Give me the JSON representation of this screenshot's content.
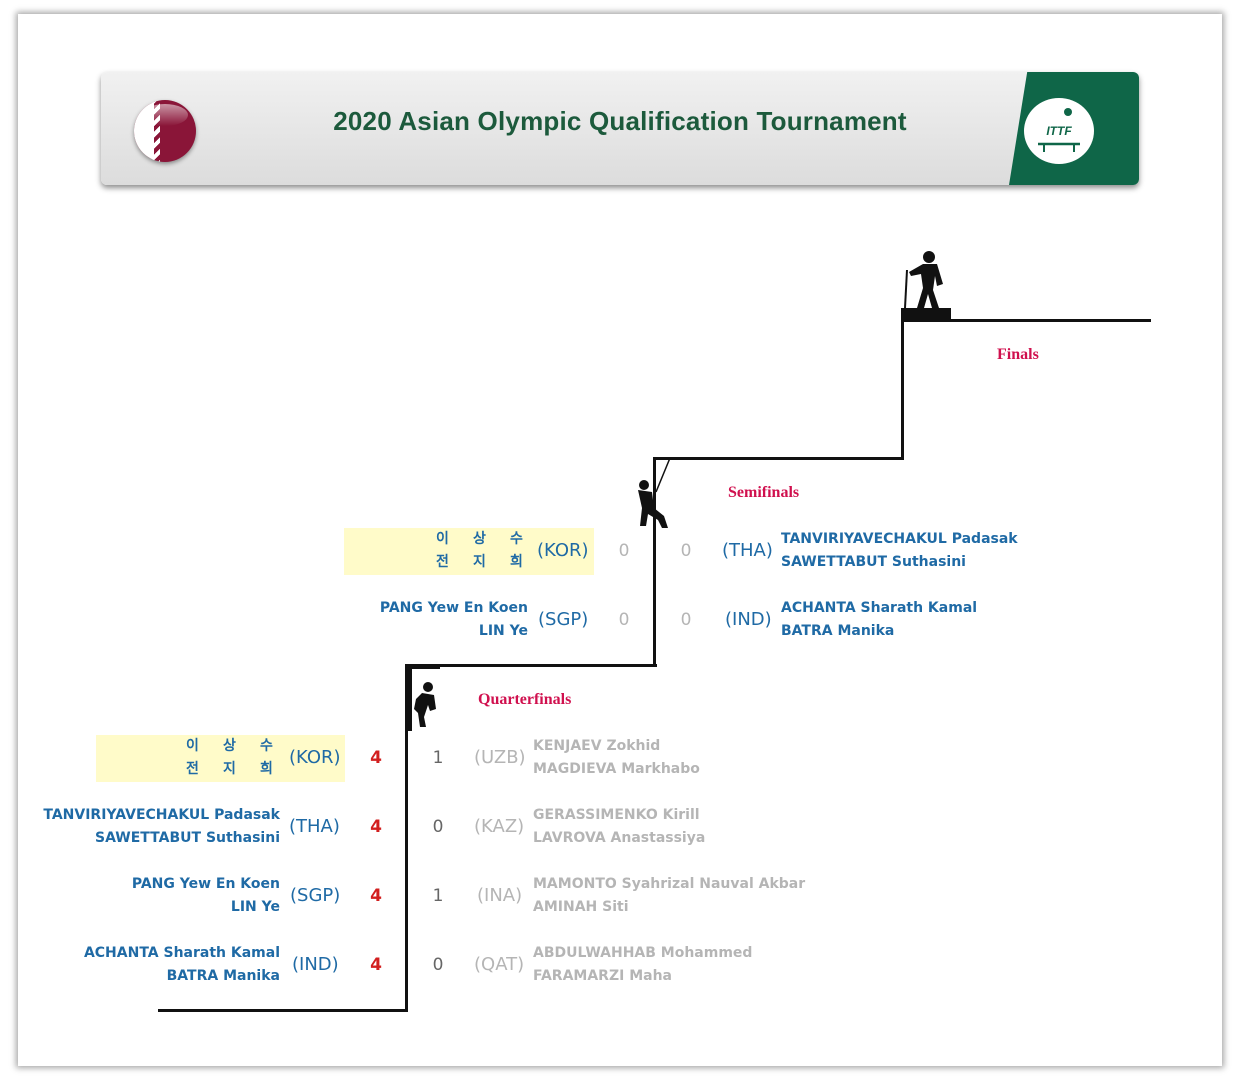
{
  "banner": {
    "title": "2020 Asian Olympic Qualification Tournament",
    "logo_text": "ITTF",
    "flag_icon": "qatar-flag-icon",
    "colors": {
      "title": "#1c5a3c",
      "panel": "#0f6648"
    }
  },
  "rounds": {
    "finals": "Finals",
    "semifinals": "Semifinals",
    "quarterfinals": "Quarterfinals"
  },
  "semifinals": [
    {
      "left": {
        "p1": "이 상 수",
        "p2": "전 지 희",
        "country": "(KOR)",
        "score": "0",
        "highlight": true
      },
      "right": {
        "p1": "TANVIRIYAVECHAKUL Padasak",
        "p2": "SAWETTABUT Suthasini",
        "country": "(THA)",
        "score": "0"
      }
    },
    {
      "left": {
        "p1": "PANG Yew En Koen",
        "p2": "LIN Ye",
        "country": "(SGP)",
        "score": "0",
        "highlight": false
      },
      "right": {
        "p1": "ACHANTA Sharath Kamal",
        "p2": "BATRA Manika",
        "country": "(IND)",
        "score": "0"
      }
    }
  ],
  "quarterfinals": [
    {
      "left": {
        "p1": "이 상 수",
        "p2": "전 지 희",
        "country": "(KOR)",
        "score": "4",
        "highlight": true
      },
      "right": {
        "p1": "KENJAEV Zokhid",
        "p2": "MAGDIEVA Markhabo",
        "country": "(UZB)",
        "score": "1"
      }
    },
    {
      "left": {
        "p1": "TANVIRIYAVECHAKUL Padasak",
        "p2": "SAWETTABUT Suthasini",
        "country": "(THA)",
        "score": "4",
        "highlight": false
      },
      "right": {
        "p1": "GERASSIMENKO Kirill",
        "p2": "LAVROVA Anastassiya",
        "country": "(KAZ)",
        "score": "0"
      }
    },
    {
      "left": {
        "p1": "PANG Yew En Koen",
        "p2": "LIN Ye",
        "country": "(SGP)",
        "score": "4",
        "highlight": false
      },
      "right": {
        "p1": "MAMONTO Syahrizal Nauval Akbar",
        "p2": "AMINAH Siti",
        "country": "(INA)",
        "score": "1"
      }
    },
    {
      "left": {
        "p1": "ACHANTA Sharath Kamal",
        "p2": "BATRA Manika",
        "country": "(IND)",
        "score": "4",
        "highlight": false
      },
      "right": {
        "p1": "ABDULWAHHAB Mohammed",
        "p2": "FARAMARZI Maha",
        "country": "(QAT)",
        "score": "0"
      }
    }
  ],
  "colors": {
    "winner_name": "#1f6aa5",
    "loser_name": "#b5b5b5",
    "winning_score": "#d21f1f",
    "round_label": "#d0104e",
    "highlight": "#fffbc9"
  },
  "icons": [
    "climber-summit-icon",
    "climber-rappel-icon",
    "climber-wall-icon"
  ]
}
